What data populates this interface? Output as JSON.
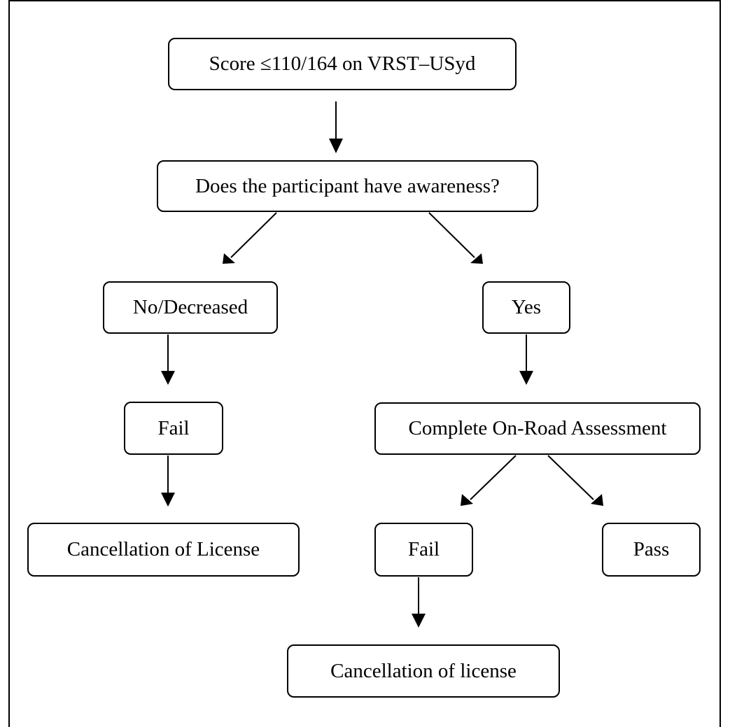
{
  "nodes": {
    "score": "Score  ≤110/164 on VRST–USyd",
    "awareness": "Does the participant have awareness?",
    "no_decreased": "No/Decreased",
    "yes": "Yes",
    "fail_left": "Fail",
    "complete_onroad": "Complete On-Road Assessment",
    "cancellation_left": "Cancellation of License",
    "fail_right": "Fail",
    "pass": "Pass",
    "cancellation_bottom": "Cancellation of license"
  }
}
